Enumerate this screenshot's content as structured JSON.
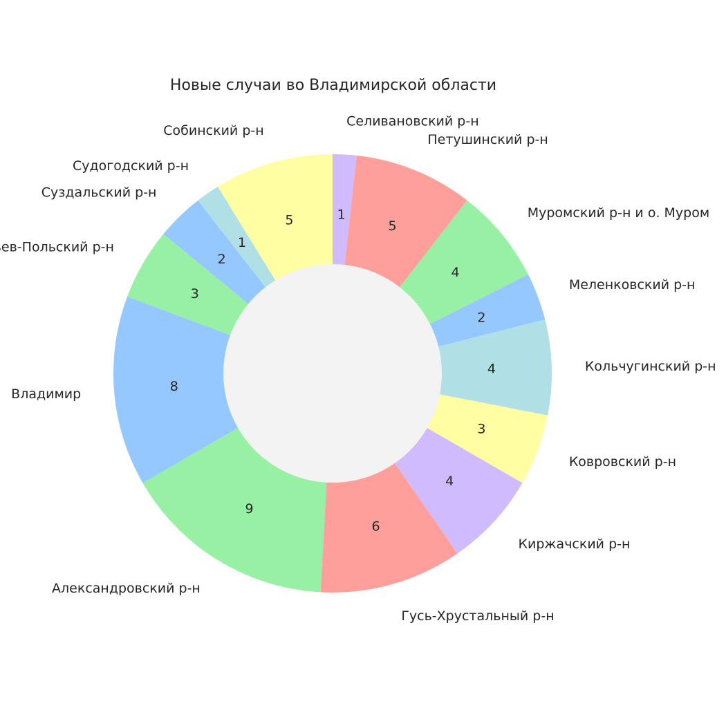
{
  "chart_data": {
    "type": "pie",
    "subtype": "donut",
    "title": "Новые случаи во Владимирской области",
    "start_angle_deg": 90,
    "direction": "clockwise",
    "slices": [
      {
        "label": "Селивановский р-н",
        "value": 1,
        "color": "#d0bbff"
      },
      {
        "label": "Петушинский р-н",
        "value": 5,
        "color": "#ff9f9b"
      },
      {
        "label": "Муромский р-н и о. Муром",
        "value": 4,
        "color": "#98f0a5"
      },
      {
        "label": "Меленковский р-н",
        "value": 2,
        "color": "#95c8ff"
      },
      {
        "label": "Кольчугинский р-н",
        "value": 4,
        "color": "#b0e0e6"
      },
      {
        "label": "Ковровский р-н",
        "value": 3,
        "color": "#fffea3"
      },
      {
        "label": "Киржачский р-н",
        "value": 4,
        "color": "#d0bbff"
      },
      {
        "label": "Гусь-Хрустальный р-н",
        "value": 6,
        "color": "#ff9f9b"
      },
      {
        "label": "Александровский р-н",
        "value": 9,
        "color": "#98f0a5"
      },
      {
        "label": "Владимир",
        "value": 8,
        "color": "#95c8ff"
      },
      {
        "label": "Юрьев-Польский р-н",
        "value": 3,
        "color": "#98f0a5"
      },
      {
        "label": "Суздальский р-н",
        "value": 2,
        "color": "#95c8ff"
      },
      {
        "label": "Судогодский р-н",
        "value": 1,
        "color": "#b0e0e6"
      },
      {
        "label": "Собинский р-н",
        "value": 5,
        "color": "#fffea3"
      }
    ],
    "center_color": "#f3f3f3"
  }
}
